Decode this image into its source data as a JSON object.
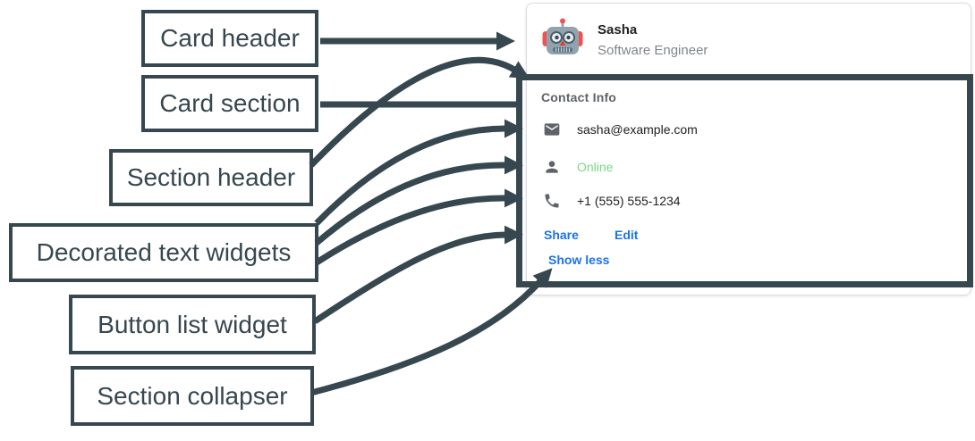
{
  "annotation_labels": {
    "card_header": "Card header",
    "card_section": "Card section",
    "section_header": "Section header",
    "decorated_text": "Decorated text widgets",
    "button_list": "Button list widget",
    "section_collapser": "Section collapser"
  },
  "card": {
    "header": {
      "name": "Sasha",
      "subtitle": "Software Engineer",
      "avatar_icon": "robot-avatar-icon"
    },
    "section": {
      "title": "Contact Info",
      "rows": [
        {
          "icon": "mail-icon",
          "text": "sasha@example.com"
        },
        {
          "icon": "person-icon",
          "text": "Online"
        },
        {
          "icon": "phone-icon",
          "text": "+1 (555) 555-1234"
        }
      ],
      "buttons": [
        {
          "label": "Share"
        },
        {
          "label": "Edit"
        }
      ],
      "collapser_label": "Show less"
    }
  },
  "colors": {
    "annotation": "#37474f",
    "link_blue": "#1a73e8",
    "online_green": "#77d980",
    "muted_gray": "#5f6368",
    "card_border": "#dadce0"
  }
}
